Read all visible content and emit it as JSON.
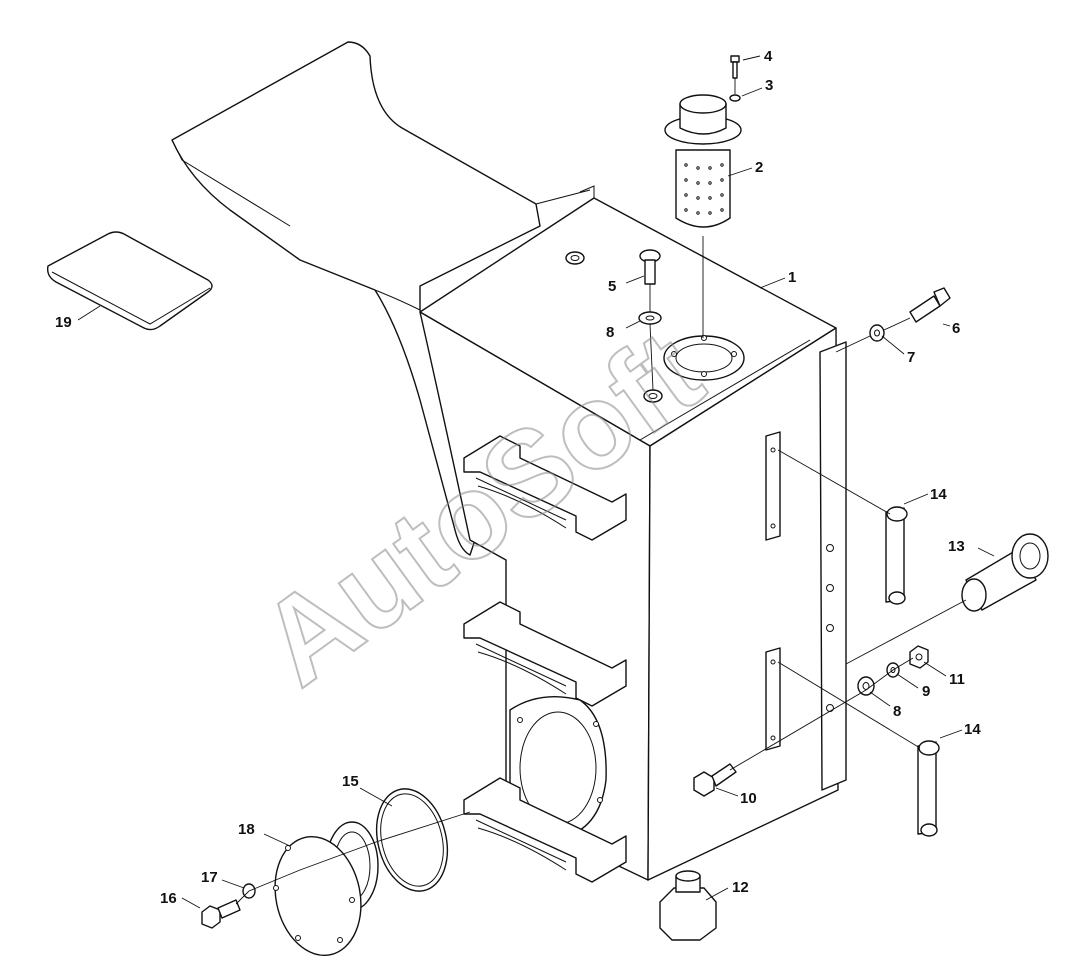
{
  "watermark": "AutoSoft",
  "callouts": {
    "c1": "1",
    "c2": "2",
    "c3": "3",
    "c4": "4",
    "c5": "5",
    "c6": "6",
    "c7": "7",
    "c8a": "8",
    "c8b": "8",
    "c9": "9",
    "c10": "10",
    "c11": "11",
    "c12": "12",
    "c13": "13",
    "c14a": "14",
    "c14b": "14",
    "c15": "15",
    "c16": "16",
    "c17": "17",
    "c18": "18",
    "c19": "19"
  }
}
